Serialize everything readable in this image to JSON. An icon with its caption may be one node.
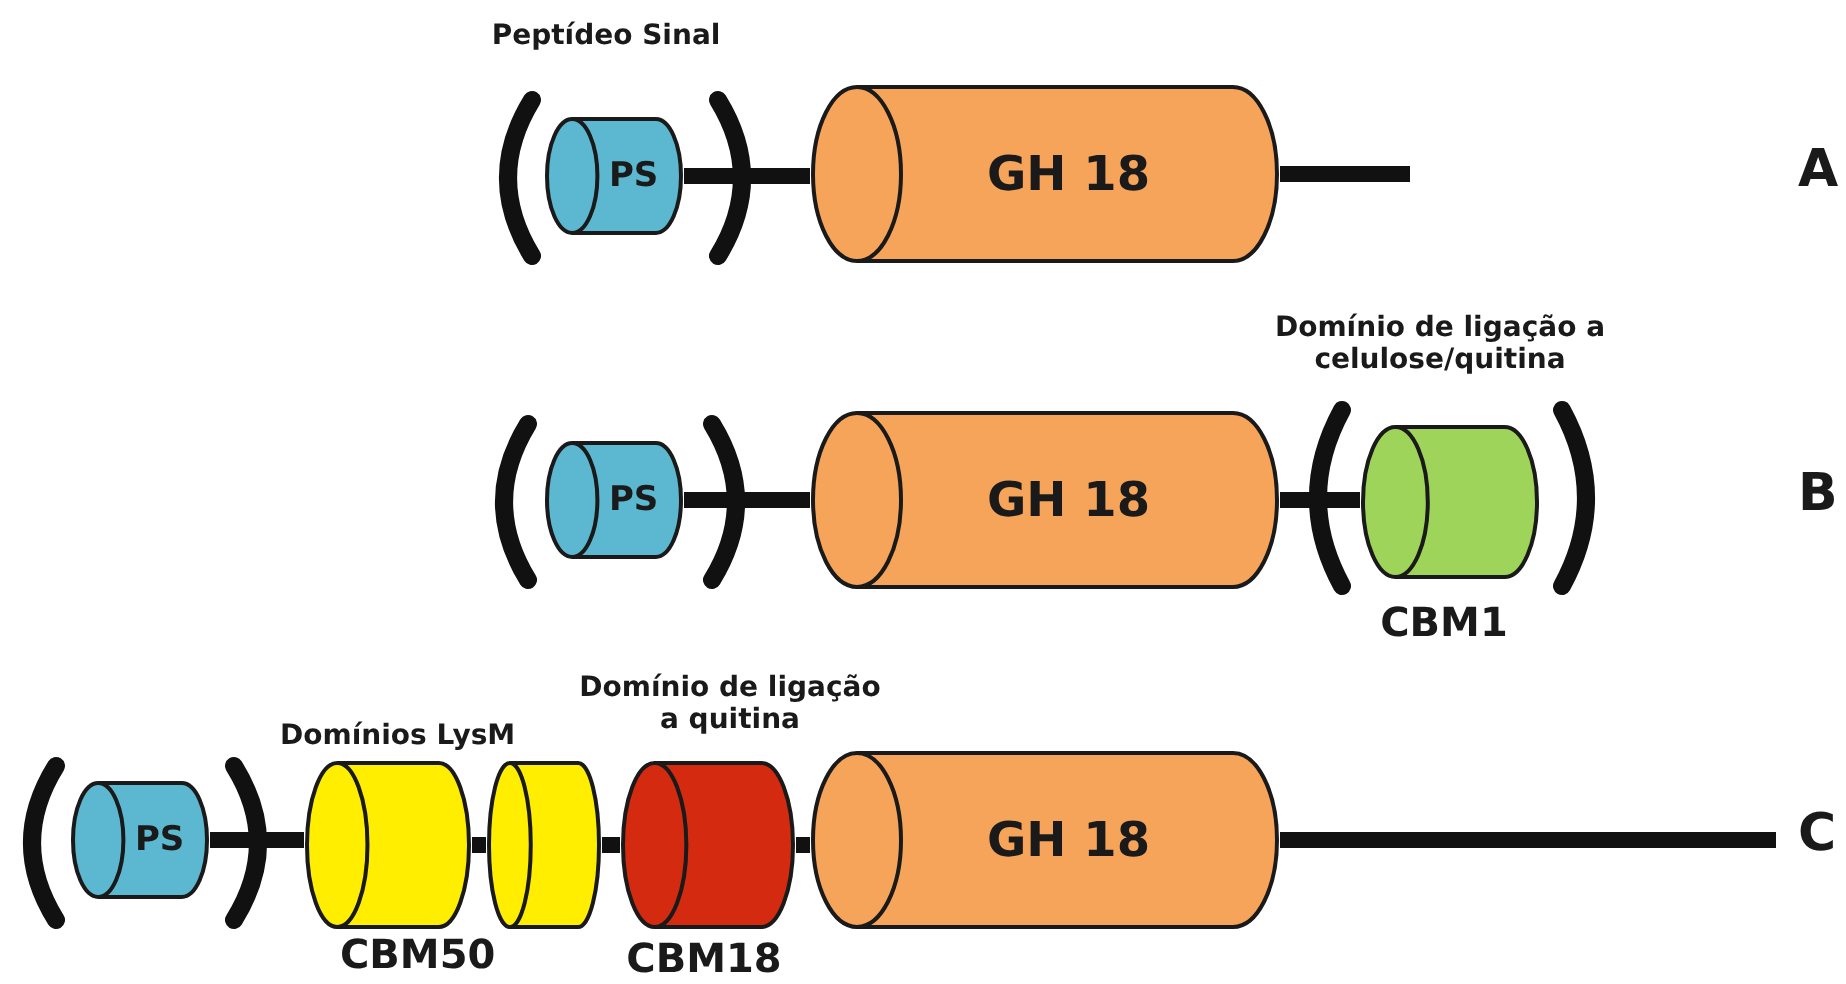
{
  "diagram": {
    "nodes": [
      {
        "text": [
          "PS"
        ],
        "beside": [
          "Peptídeo Sinal"
        ]
      },
      {
        "text": [
          "GH 18"
        ]
      },
      {
        "text": [
          "PS"
        ]
      },
      {
        "text": [
          "GH 18"
        ]
      },
      {
        "text": [],
        "shape": "cylinder",
        "beside": [
          "Domínio de ligação a celulose/quitina",
          "CBM1"
        ]
      },
      {
        "text": [
          "PS"
        ]
      },
      {
        "text": [],
        "shape": "cylinder"
      },
      {
        "text": [],
        "shape": "cylinder"
      },
      {
        "text": [],
        "shape": "cylinder",
        "beside": [
          "Domínio de ligação a quitina",
          "CBM18"
        ]
      },
      {
        "text": [
          "GH 18"
        ]
      }
    ],
    "edges": [
      {
        "from": 0,
        "to": 1,
        "arrow": "none"
      },
      {
        "from": 1,
        "to": null,
        "arrow": "none"
      },
      {
        "from": 2,
        "to": 3,
        "arrow": "none"
      },
      {
        "from": 3,
        "to": 4,
        "arrow": "none"
      },
      {
        "from": 5,
        "to": 6,
        "arrow": "none"
      },
      {
        "from": 6,
        "to": 7,
        "arrow": "none"
      },
      {
        "from": 7,
        "to": 8,
        "arrow": "none"
      },
      {
        "from": 8,
        "to": 9,
        "arrow": "none"
      },
      {
        "from": 9,
        "to": null,
        "arrow": "none"
      }
    ],
    "labels": [
      "A",
      "B",
      "Domínios LysM",
      "CBM50",
      "C"
    ]
  }
}
